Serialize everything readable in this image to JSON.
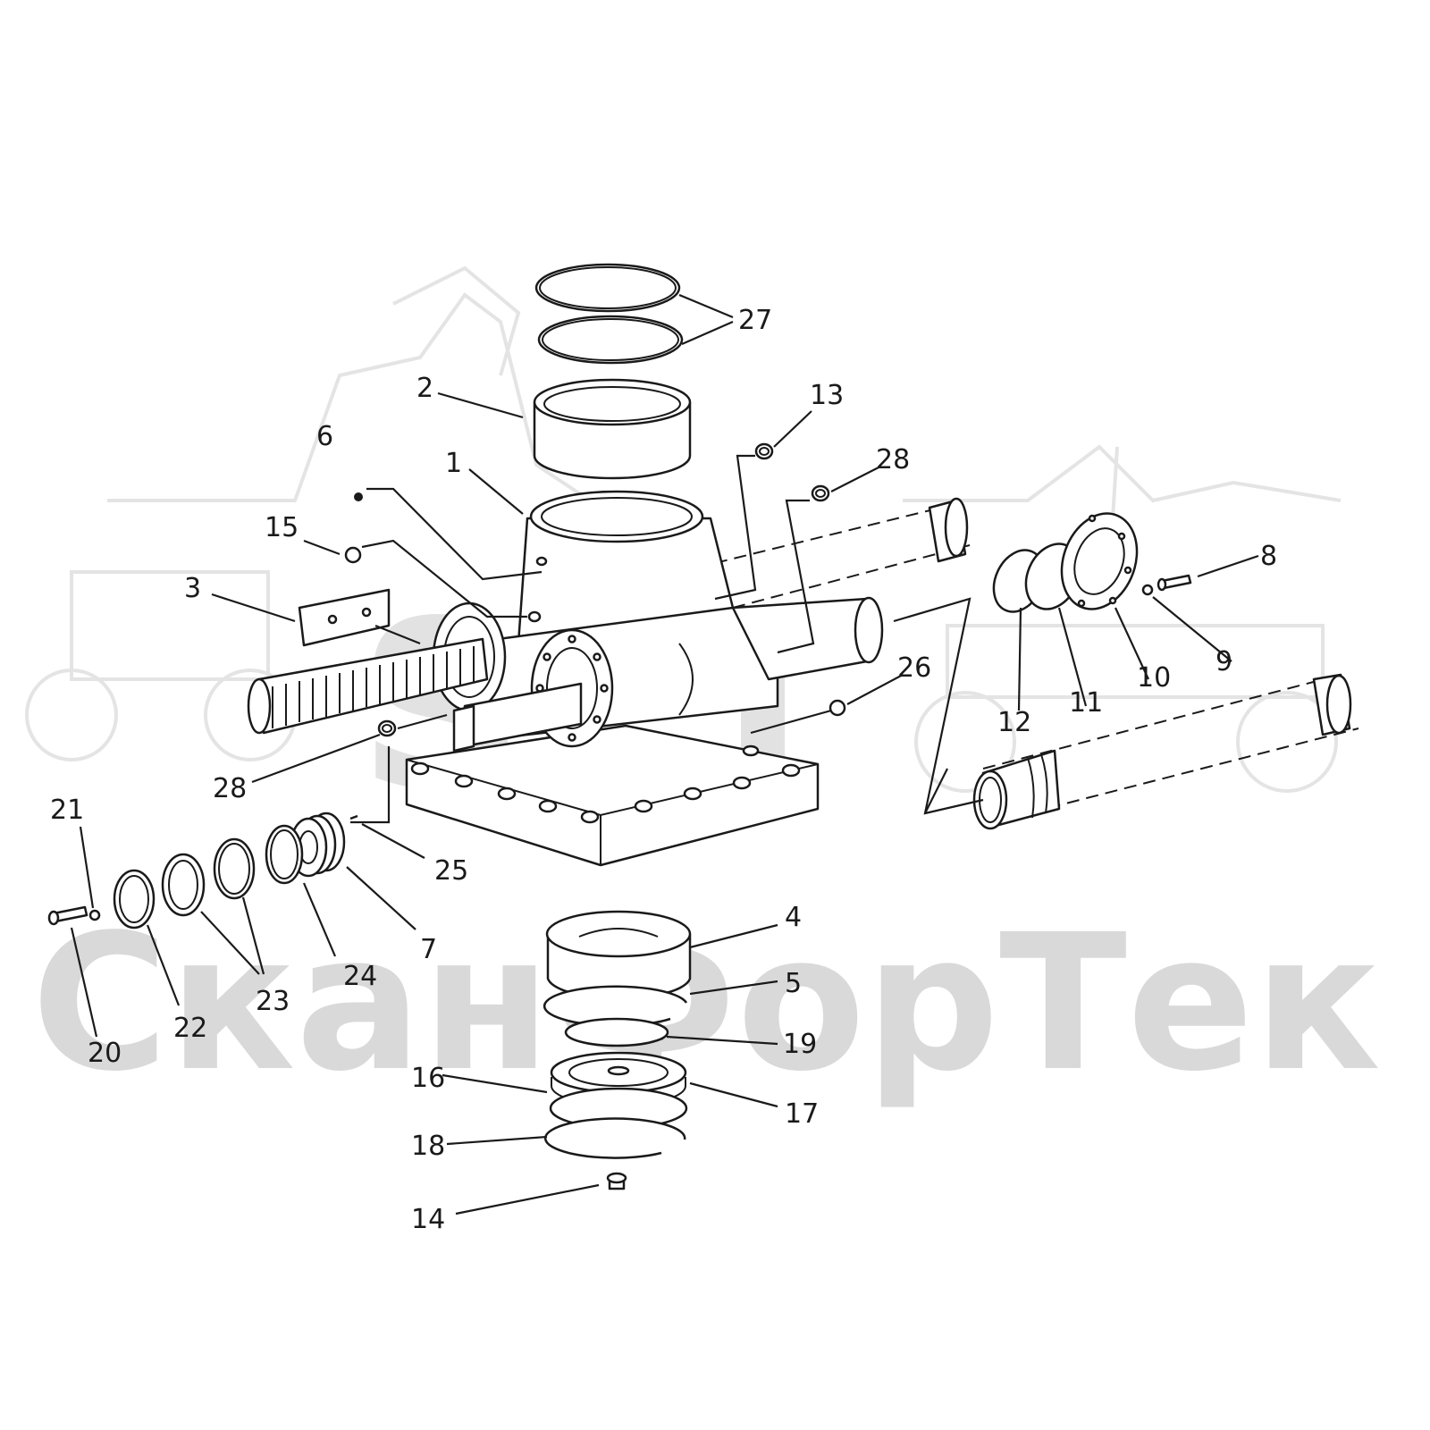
{
  "watermark": {
    "text": "СканФорТек",
    "logo": "SFT"
  },
  "callouts": [
    {
      "id": "c1",
      "label": "1"
    },
    {
      "id": "c2",
      "label": "2"
    },
    {
      "id": "c3",
      "label": "3"
    },
    {
      "id": "c4",
      "label": "4"
    },
    {
      "id": "c5",
      "label": "5"
    },
    {
      "id": "c6",
      "label": "6"
    },
    {
      "id": "c7",
      "label": "7"
    },
    {
      "id": "c8",
      "label": "8"
    },
    {
      "id": "c9",
      "label": "9"
    },
    {
      "id": "c10",
      "label": "10"
    },
    {
      "id": "c11",
      "label": "11"
    },
    {
      "id": "c12",
      "label": "12"
    },
    {
      "id": "c13",
      "label": "13"
    },
    {
      "id": "c14",
      "label": "14"
    },
    {
      "id": "c15",
      "label": "15"
    },
    {
      "id": "c16",
      "label": "16"
    },
    {
      "id": "c17",
      "label": "17"
    },
    {
      "id": "c18",
      "label": "18"
    },
    {
      "id": "c19",
      "label": "19"
    },
    {
      "id": "c20",
      "label": "20"
    },
    {
      "id": "c21",
      "label": "21"
    },
    {
      "id": "c22",
      "label": "22"
    },
    {
      "id": "c23",
      "label": "23"
    },
    {
      "id": "c24",
      "label": "24"
    },
    {
      "id": "c25",
      "label": "25"
    },
    {
      "id": "c26",
      "label": "26"
    },
    {
      "id": "c27",
      "label": "27"
    },
    {
      "id": "c28a",
      "label": "28"
    },
    {
      "id": "c28b",
      "label": "28"
    }
  ]
}
